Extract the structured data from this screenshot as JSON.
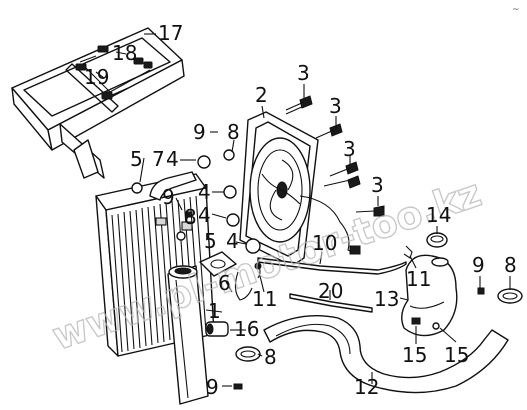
{
  "watermark": "www.pl-motor-too.kz",
  "corner_mark": "~",
  "callouts": [
    {
      "id": "17",
      "label": "17"
    },
    {
      "id": "18",
      "label": "18"
    },
    {
      "id": "19",
      "label": "19"
    },
    {
      "id": "2",
      "label": "2"
    },
    {
      "id": "3a",
      "label": "3"
    },
    {
      "id": "3b",
      "label": "3"
    },
    {
      "id": "3c",
      "label": "3"
    },
    {
      "id": "3d",
      "label": "3"
    },
    {
      "id": "9a",
      "label": "9"
    },
    {
      "id": "8a",
      "label": "8"
    },
    {
      "id": "5a",
      "label": "5"
    },
    {
      "id": "7",
      "label": "7"
    },
    {
      "id": "4a",
      "label": "4"
    },
    {
      "id": "4b",
      "label": "4"
    },
    {
      "id": "9b",
      "label": "9"
    },
    {
      "id": "8b",
      "label": "8"
    },
    {
      "id": "4c",
      "label": "4"
    },
    {
      "id": "5b",
      "label": "5"
    },
    {
      "id": "4d",
      "label": "4"
    },
    {
      "id": "6",
      "label": "6"
    },
    {
      "id": "10",
      "label": "10"
    },
    {
      "id": "14",
      "label": "14"
    },
    {
      "id": "11a",
      "label": "11"
    },
    {
      "id": "11b",
      "label": "11"
    },
    {
      "id": "9c",
      "label": "9"
    },
    {
      "id": "8c",
      "label": "8"
    },
    {
      "id": "20",
      "label": "20"
    },
    {
      "id": "1",
      "label": "1"
    },
    {
      "id": "13",
      "label": "13"
    },
    {
      "id": "16",
      "label": "16"
    },
    {
      "id": "15a",
      "label": "15"
    },
    {
      "id": "15b",
      "label": "15"
    },
    {
      "id": "8d",
      "label": "8"
    },
    {
      "id": "12",
      "label": "12"
    },
    {
      "id": "9d",
      "label": "9"
    }
  ]
}
